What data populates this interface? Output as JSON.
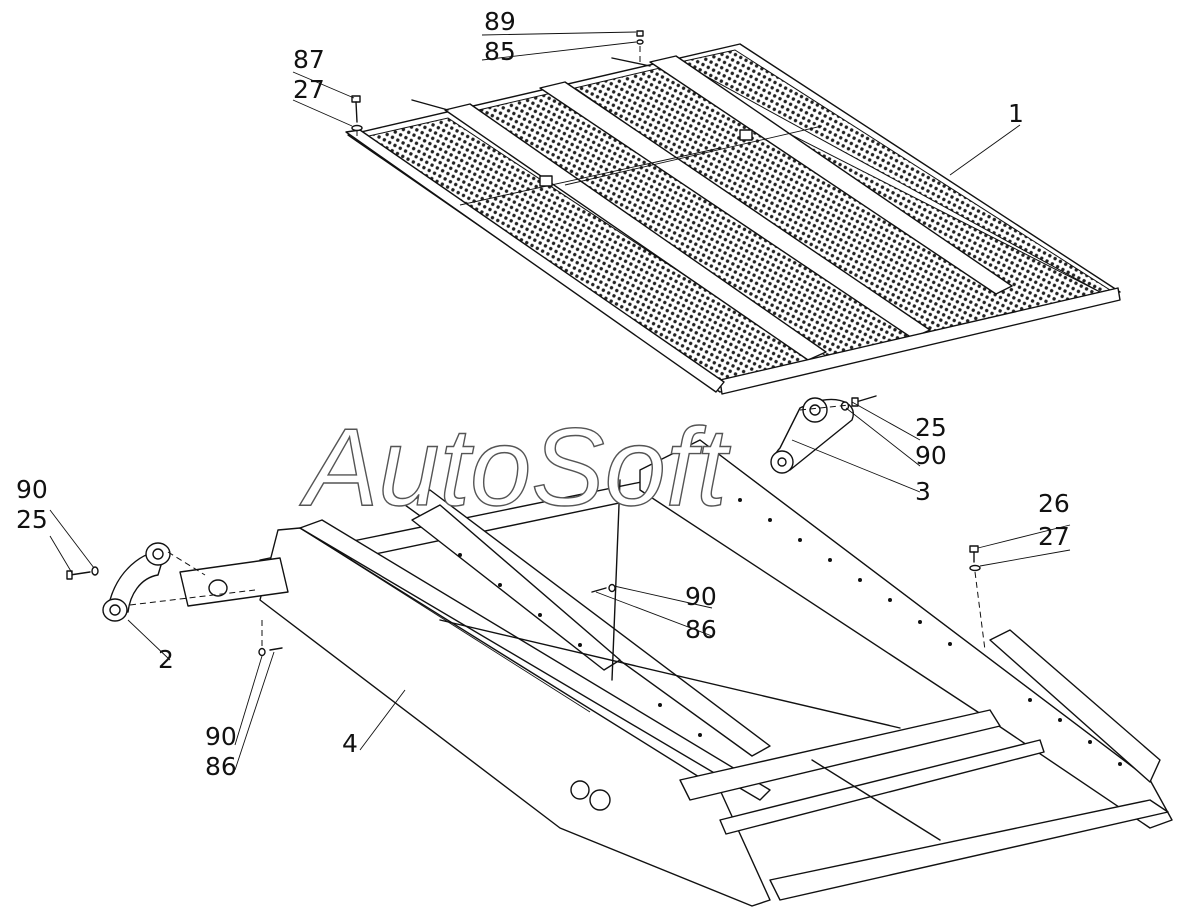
{
  "watermark": "AutoSoft",
  "callouts": {
    "c89": "89",
    "c85": "85",
    "c87": "87",
    "c27a": "27",
    "c1": "1",
    "c25a": "25",
    "c90a": "90",
    "c3": "3",
    "c90b": "90",
    "c25b": "25",
    "c26": "26",
    "c27b": "27",
    "c90c": "90",
    "c86a": "86",
    "c2": "2",
    "c90d": "90",
    "c86b": "86",
    "c4": "4"
  },
  "icons": {
    "screen-panel": "perforated-sieve-panel",
    "frame": "conveyor-frame",
    "bracket": "pivot-bracket",
    "bolt": "bolt",
    "washer": "washer"
  }
}
